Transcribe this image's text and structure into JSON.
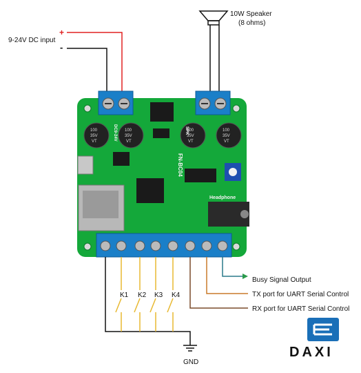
{
  "labels": {
    "power_input": "9-24V DC input",
    "plus": "+",
    "minus": "-",
    "speaker_title": "10W Speaker",
    "speaker_impedance": "(8 ohms)",
    "busy": "Busy Signal Output",
    "tx": "TX port for UART Serial Control",
    "rx": "RX port for UART Serial Control",
    "gnd": "GND",
    "k1": "K1",
    "k2": "K2",
    "k3": "K3",
    "k4": "K4"
  },
  "board": {
    "model": "FN-BC04",
    "spk": "SPK",
    "headphone": "Headphone",
    "dc": "DC9-24V",
    "cap_left_top": "100",
    "cap_left_mid": "35V",
    "cap_left_bot": "VT",
    "cap_right_top": "100",
    "cap_right_mid": "35V",
    "cap_right_bot": "VT"
  },
  "logo": {
    "text": "DAXI"
  },
  "colors": {
    "board_green": "#14a83a",
    "terminal_blue": "#1a7fc8",
    "wire_red": "#e02020",
    "wire_black": "#111111",
    "wire_orange": "#c97a2a",
    "wire_brown": "#7a4a2a",
    "wire_teal": "#2a7a8a",
    "busy_arrow_green": "#2a9a4a",
    "switch_yellow": "#e8b830",
    "logo_blue": "#1a6fb8"
  }
}
